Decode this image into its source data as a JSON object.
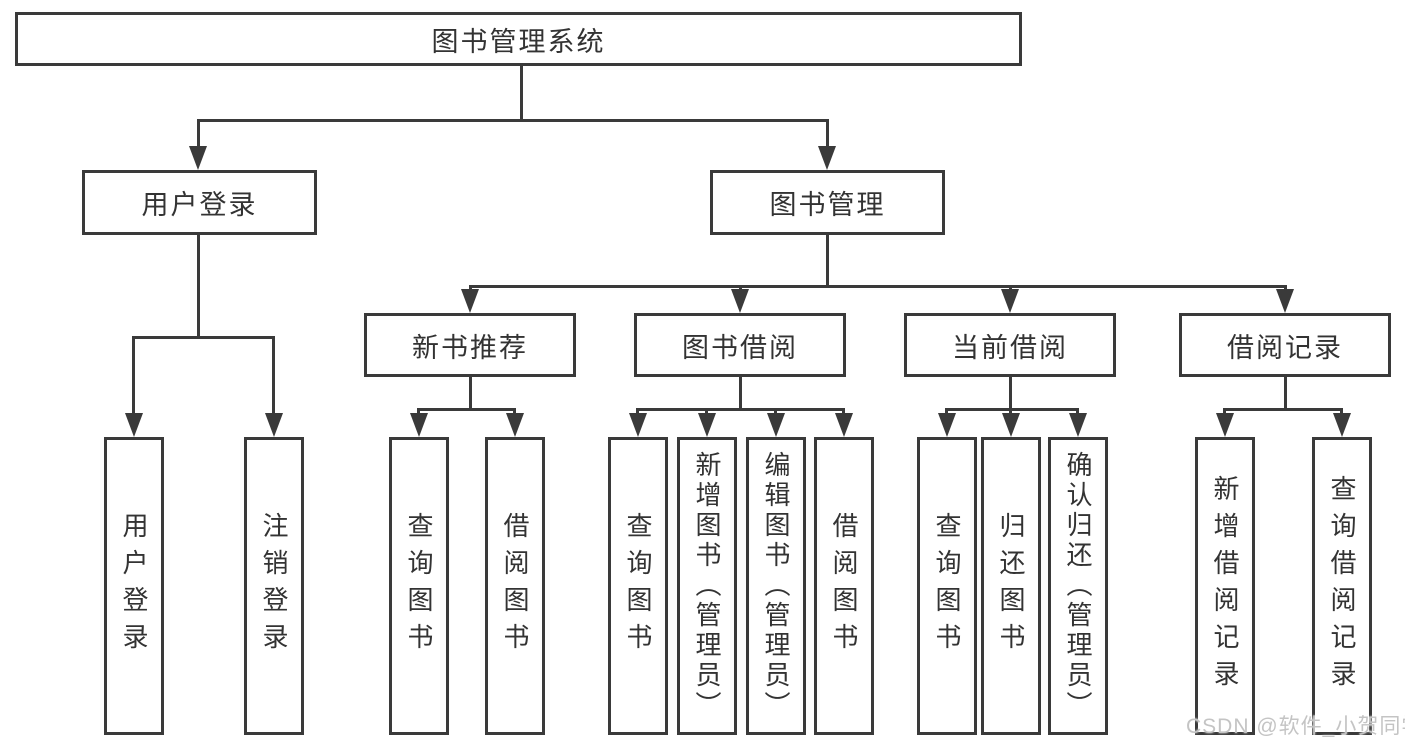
{
  "colors": {
    "line": "#3a3a3a",
    "box_border": "#3a3a3a",
    "text": "#333333",
    "watermark_text": "#c4c4c4",
    "background": "#ffffff"
  },
  "diagram": {
    "root": {
      "label": "图书管理系统"
    },
    "branches": [
      {
        "label": "用户登录",
        "children": [
          {
            "label": "用户登录"
          },
          {
            "label": "注销登录"
          }
        ]
      },
      {
        "label": "图书管理",
        "children": [
          {
            "label": "新书推荐",
            "children": [
              {
                "label": "查询图书"
              },
              {
                "label": "借阅图书"
              }
            ]
          },
          {
            "label": "图书借阅",
            "children": [
              {
                "label": "查询图书"
              },
              {
                "label": "新增图书（管理员）"
              },
              {
                "label": "编辑图书（管理员）"
              },
              {
                "label": "借阅图书"
              }
            ]
          },
          {
            "label": "当前借阅",
            "children": [
              {
                "label": "查询图书"
              },
              {
                "label": "归还图书"
              },
              {
                "label": "确认归还（管理员）"
              }
            ]
          },
          {
            "label": "借阅记录",
            "children": [
              {
                "label": "新增借阅记录"
              },
              {
                "label": "查询借阅记录"
              }
            ]
          }
        ]
      }
    ]
  },
  "watermark": {
    "text": "CSDN @软件_小贺同学"
  }
}
